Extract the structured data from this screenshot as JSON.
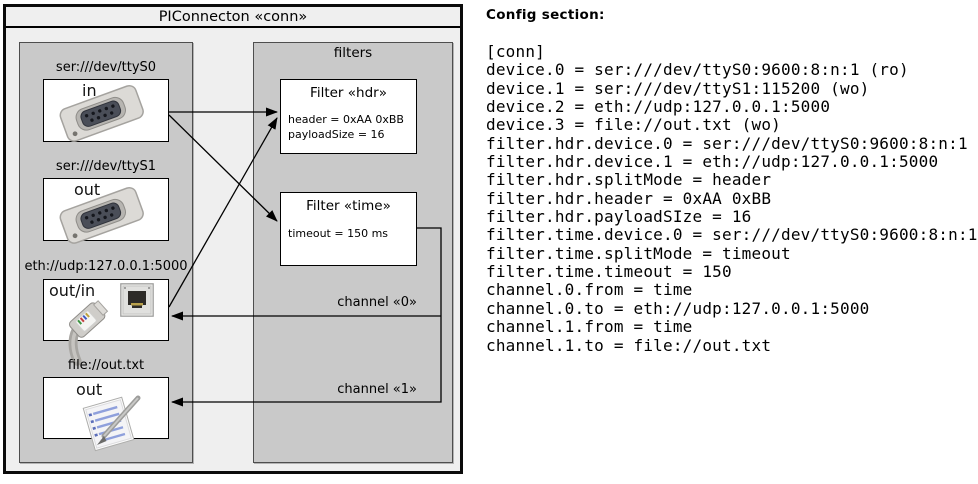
{
  "diagram": {
    "title": "PIConnecton «conn»",
    "filters_title": "filters",
    "devices": [
      {
        "label": "ser:///dev/ttyS0",
        "direction": "in",
        "icon": "serial-connector-icon"
      },
      {
        "label": "ser:///dev/ttyS1",
        "direction": "out",
        "icon": "serial-connector-icon"
      },
      {
        "label": "eth://udp:127.0.0.1:5000",
        "direction": "out/in",
        "icon": "ethernet-connector-icon"
      },
      {
        "label": "file://out.txt",
        "direction": "out",
        "icon": "notepad-icon"
      }
    ],
    "filters": [
      {
        "title": "Filter «hdr»",
        "lines": [
          "header = 0xAA 0xBB",
          "payloadSize = 16"
        ]
      },
      {
        "title": "Filter «time»",
        "lines": [
          "timeout = 150 ms"
        ]
      }
    ],
    "channels": [
      {
        "label": "channel «0»"
      },
      {
        "label": "channel «1»"
      }
    ]
  },
  "config": {
    "heading": "Config section:",
    "lines": [
      "[conn]",
      "device.0 = ser:///dev/ttyS0:9600:8:n:1 (ro)",
      "device.1 = ser:///dev/ttyS1:115200 (wo)",
      "device.2 = eth://udp:127.0.0.1:5000",
      "device.3 = file://out.txt (wo)",
      "filter.hdr.device.0 = ser:///dev/ttyS0:9600:8:n:1",
      "filter.hdr.device.1 = eth://udp:127.0.0.1:5000",
      "filter.hdr.splitMode = header",
      "filter.hdr.header = 0xAA 0xBB",
      "filter.hdr.payloadSIze = 16",
      "filter.time.device.0 = ser:///dev/ttyS0:9600:8:n:1",
      "filter.time.splitMode = timeout",
      "filter.time.timeout = 150",
      "channel.0.from = time",
      "channel.0.to = eth://udp:127.0.0.1:5000",
      "channel.1.from = time",
      "channel.1.to = file://out.txt"
    ]
  },
  "colors": {
    "outer_fill": "#efefef",
    "panel_fill": "#c9c9c9",
    "box_fill": "#ffffff",
    "line": "#000000"
  }
}
